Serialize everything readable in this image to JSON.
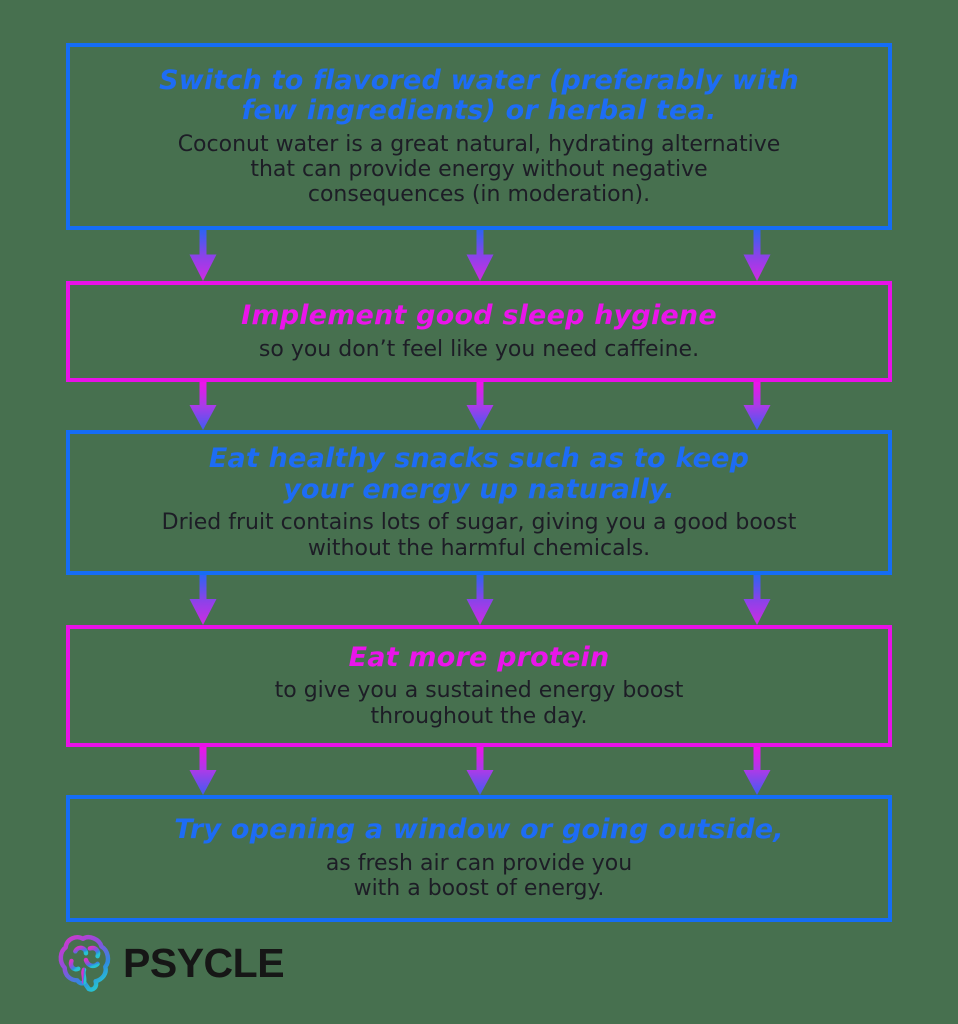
{
  "page": {
    "background_color": "#47704f"
  },
  "colors": {
    "box_blue": "#156df5",
    "box_magenta": "#e811e8",
    "heading_blue": "#1d6cf5",
    "heading_magenta": "#ea15ea",
    "body_text": "#1d1d26",
    "arrow_blue_end": "#2e63f2",
    "arrow_magenta_end": "#ee13e9",
    "logo_text_color": "#161616"
  },
  "steps": [
    {
      "accent": "blue",
      "heading": "Switch to flavored water (preferably with\nfew ingredients) or herbal tea.",
      "body": "Coconut water is a great natural, hydrating alternative\nthat can provide energy without negative\nconsequences (in moderation)."
    },
    {
      "accent": "magenta",
      "heading": "Implement good sleep hygiene",
      "body": "so you don’t feel like you need caffeine."
    },
    {
      "accent": "blue",
      "heading": "Eat healthy snacks such as to keep\nyour energy up naturally.",
      "body": "Dried fruit contains lots of sugar, giving you a good boost\nwithout the harmful chemicals."
    },
    {
      "accent": "magenta",
      "heading": "Eat more protein",
      "body": "to give you a sustained energy boost\nthroughout the day."
    },
    {
      "accent": "blue",
      "heading": "Try opening a window or going outside,",
      "body": "as fresh air can provide you\nwith a boost of energy."
    }
  ],
  "arrows": {
    "per_row": 3,
    "direction": "down",
    "rows": [
      {
        "from": "step-1",
        "to": "step-2",
        "gradient": "blue-to-magenta"
      },
      {
        "from": "step-2",
        "to": "step-3",
        "gradient": "magenta-to-blue"
      },
      {
        "from": "step-3",
        "to": "step-4",
        "gradient": "blue-to-magenta"
      },
      {
        "from": "step-4",
        "to": "step-5",
        "gradient": "magenta-to-blue"
      }
    ]
  },
  "logo": {
    "text": "PSYCLE",
    "icon": "brain-gradient-icon"
  }
}
